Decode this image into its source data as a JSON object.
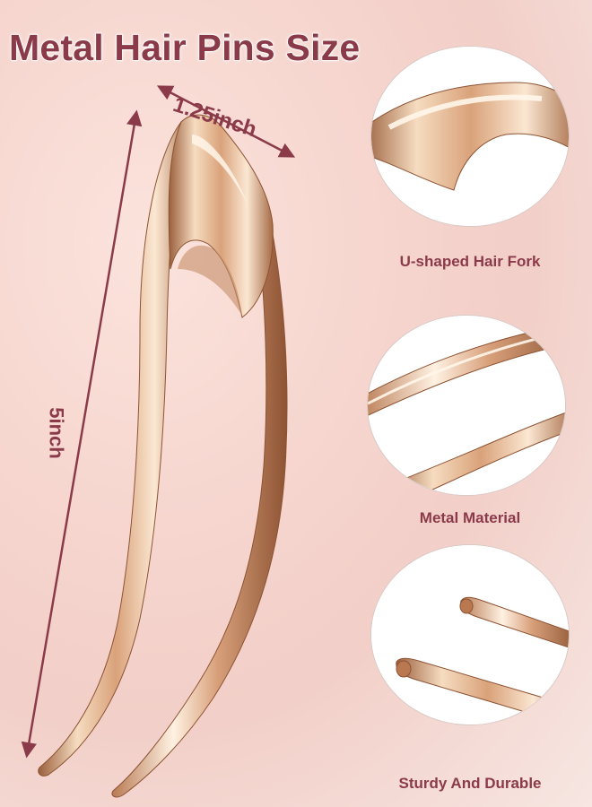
{
  "title": "Metal Hair Pins Size",
  "dimensions": {
    "width_label": "1.25inch",
    "length_label": "5inch"
  },
  "features": [
    {
      "caption": "U-shaped Hair Fork"
    },
    {
      "caption": "Metal Material"
    },
    {
      "caption": "Sturdy And Durable"
    }
  ],
  "colors": {
    "accent": "#8b3a4a",
    "gold_light": "#f6dcc0",
    "gold_mid": "#d9a27a",
    "gold_dark": "#9a5f3c",
    "background": "#f6d6cf"
  }
}
